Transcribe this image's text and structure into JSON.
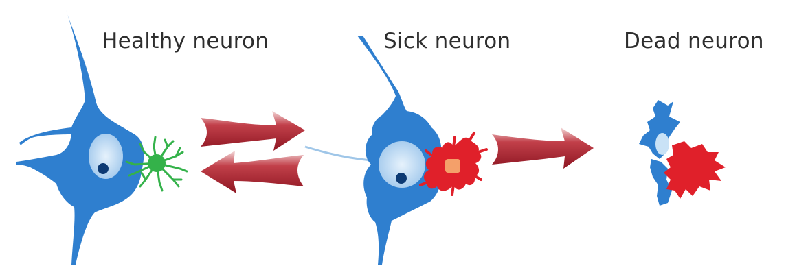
{
  "labels": {
    "healthy": "Healthy neuron",
    "sick": "Sick neuron",
    "dead": "Dead neuron"
  },
  "colors": {
    "neuron_blue": "#2f7fcf",
    "neuron_blue_dark": "#1f66b3",
    "nucleus_light": "#c9e2f6",
    "nucleolus": "#0d3a74",
    "healthy_glia": "#34b24a",
    "reactive_glia": "#e0202a",
    "reactive_glia_core": "#f4a06a",
    "arrow_red": "#a61e2a",
    "arrow_light": "#f2d3d3",
    "text": "#2e2e2e"
  },
  "icons": {
    "healthy_cell": "healthy-neuron-icon",
    "sick_cell": "sick-neuron-icon",
    "dead_cell": "dead-neuron-icon",
    "forward_arrow": "right-arrow-icon",
    "recovery_arrow": "left-arrow-icon"
  }
}
